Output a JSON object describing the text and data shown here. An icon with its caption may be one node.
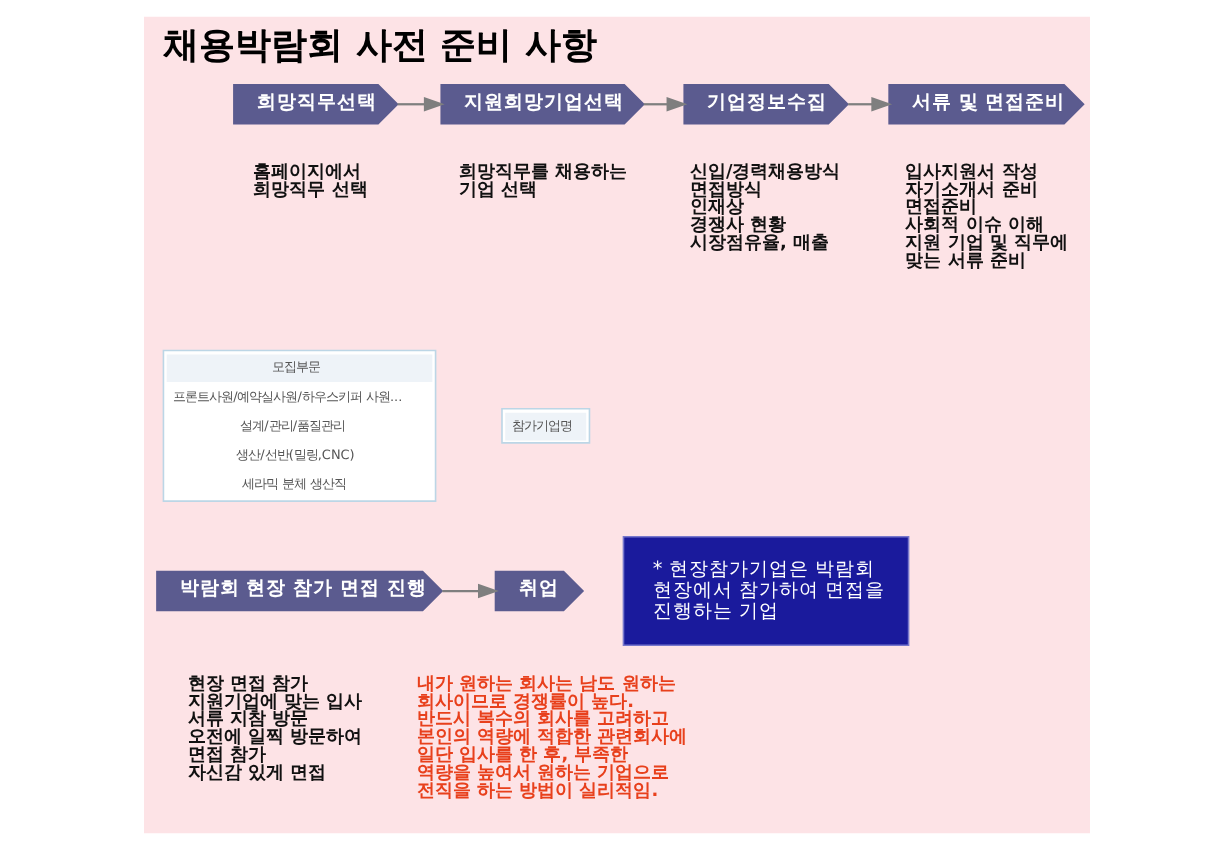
{
  "diagram": {
    "title": "채용박람회 사전 준비 사항",
    "nodes": [
      {
        "text": [
          "희망직무선택"
        ],
        "beside": [
          "홈페이지에서 희망직무 선택"
        ]
      },
      {
        "text": [
          "지원희망기업선택"
        ],
        "beside": [
          "희망직무를 채용하는 기업 선택"
        ]
      },
      {
        "text": [
          "기업정보수집"
        ],
        "beside": [
          "신입/경력채용방식",
          "면접방식",
          "인재상",
          "경쟁사 현황",
          "시장점유율, 매출"
        ]
      },
      {
        "text": [
          "서류 및 면접준비"
        ],
        "beside": [
          "입사지원서 작성",
          "자기소개서 준비",
          "면접준비",
          "사회적 이슈 이해",
          "지원 기업 및 직무에",
          "맞는 서류 준비"
        ]
      },
      {
        "text": [
          "박람회 현장 참가 면접 진행"
        ],
        "beside": [
          "현장 면접 참가",
          "지원기업에 맞는 입사 서류 지참 방문",
          "오전에 일찍 방문하여 면접 참가",
          "자신감 있게 면접"
        ]
      },
      {
        "text": [
          "취업"
        ],
        "beside": [
          "내가 원하는 회사는 남도 원하는 회사이므로 경쟁률이 높다.",
          "반드시 복수의 회사를 고려하고 본인의 역량에 적합한 관련회사에 일단 입사를 한 후, 부족한 역량을 높여서 원하는 기업으로 전직을 하는 방법이 실리적임."
        ]
      }
    ],
    "edges": [
      {
        "from": 0,
        "to": 1,
        "arrow": "to"
      },
      {
        "from": 1,
        "to": 2,
        "arrow": "to"
      },
      {
        "from": 2,
        "to": 3,
        "arrow": "to"
      },
      {
        "from": 4,
        "to": 5,
        "arrow": "to"
      }
    ],
    "labels": [
      "모집부문",
      "프론트사원/예약실사원/하우스키퍼 사원...",
      "설계/관리/품질관리",
      "생산/선반(밀링,CNC)",
      "세라믹 분체 생산직",
      "참가기업명",
      "* 현장참가기업은 박람회 현장에서 참가하여 면접을 진행하는 기업"
    ]
  }
}
